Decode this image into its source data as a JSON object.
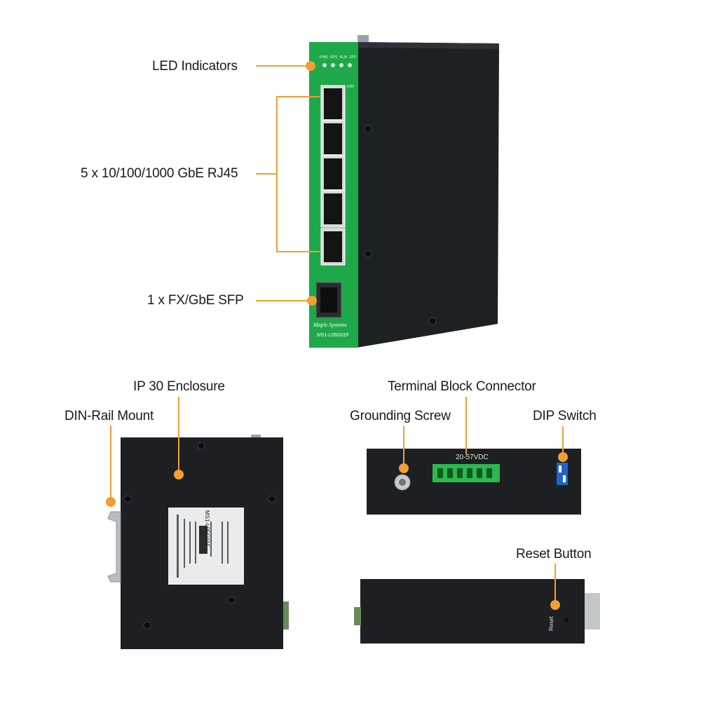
{
  "callouts": {
    "led": "LED Indicators",
    "rj45": "5 x 10/100/1000 GbE RJ45",
    "sfp": "1 x FX/GbE SFP",
    "enclosure": "IP 30 Enclosure",
    "din": "DIN-Rail Mount",
    "terminal": "Terminal Block Connector",
    "grounding": "Grounding Screw",
    "dip": "DIP Switch",
    "reset": "Reset Button"
  },
  "device": {
    "led_labels": [
      "PWR",
      "RPS",
      "ALM",
      "SFP"
    ],
    "port_speed": "1000",
    "brand": "Maple Systems",
    "model": "MS1-L05G01F",
    "voltage": "20-57VDC",
    "reset_text": "Reset",
    "label_model": "MS1-L05G01F"
  },
  "colors": {
    "accent": "#f0a030",
    "panel_green": "#1fa84a",
    "chassis": "#1b1d20"
  }
}
